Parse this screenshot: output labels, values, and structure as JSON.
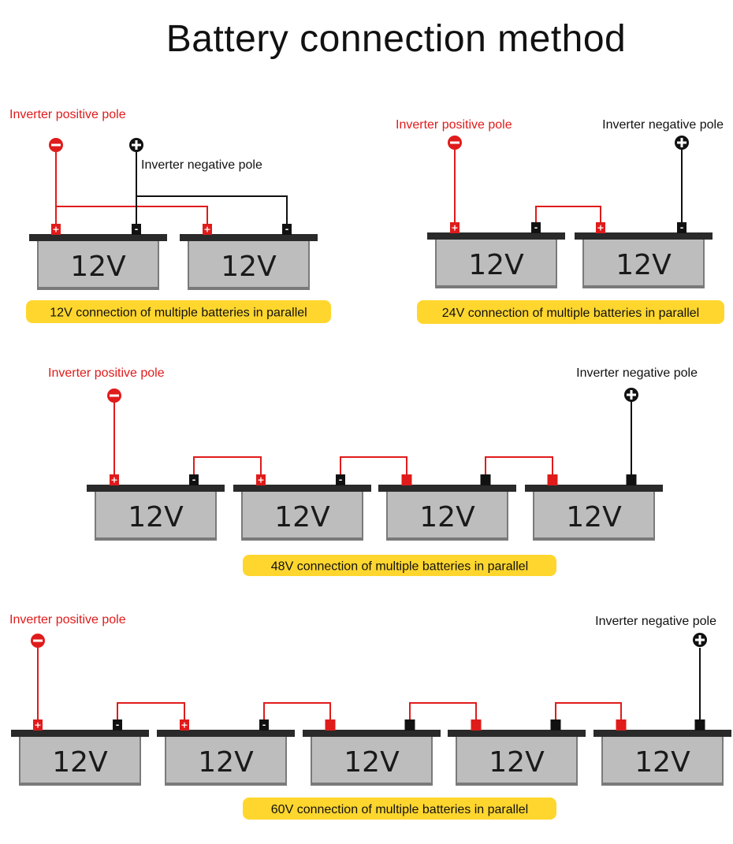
{
  "title": "Battery connection method",
  "colors": {
    "positive": "#e01b1b",
    "negative": "#111111",
    "caption_bg": "#ffd62e",
    "battery_body": "#bdbdbd"
  },
  "sections": [
    {
      "id": "12v",
      "battery_count": 2,
      "battery_label": "12V",
      "positive_label": "Inverter positive pole",
      "negative_label": "Inverter negative pole",
      "caption": "12V connection of multiple batteries in parallel"
    },
    {
      "id": "24v",
      "battery_count": 2,
      "battery_label": "12V",
      "positive_label": "Inverter positive pole",
      "negative_label": "Inverter negative pole",
      "caption": "24V connection of multiple batteries in parallel"
    },
    {
      "id": "48v",
      "battery_count": 4,
      "battery_label": "12V",
      "positive_label": "Inverter positive pole",
      "negative_label": "Inverter negative pole",
      "caption": "48V connection of multiple batteries in parallel"
    },
    {
      "id": "60v",
      "battery_count": 5,
      "battery_label": "12V",
      "positive_label": "Inverter positive pole",
      "negative_label": "Inverter negative pole",
      "caption": "60V connection of multiple batteries in parallel"
    }
  ]
}
